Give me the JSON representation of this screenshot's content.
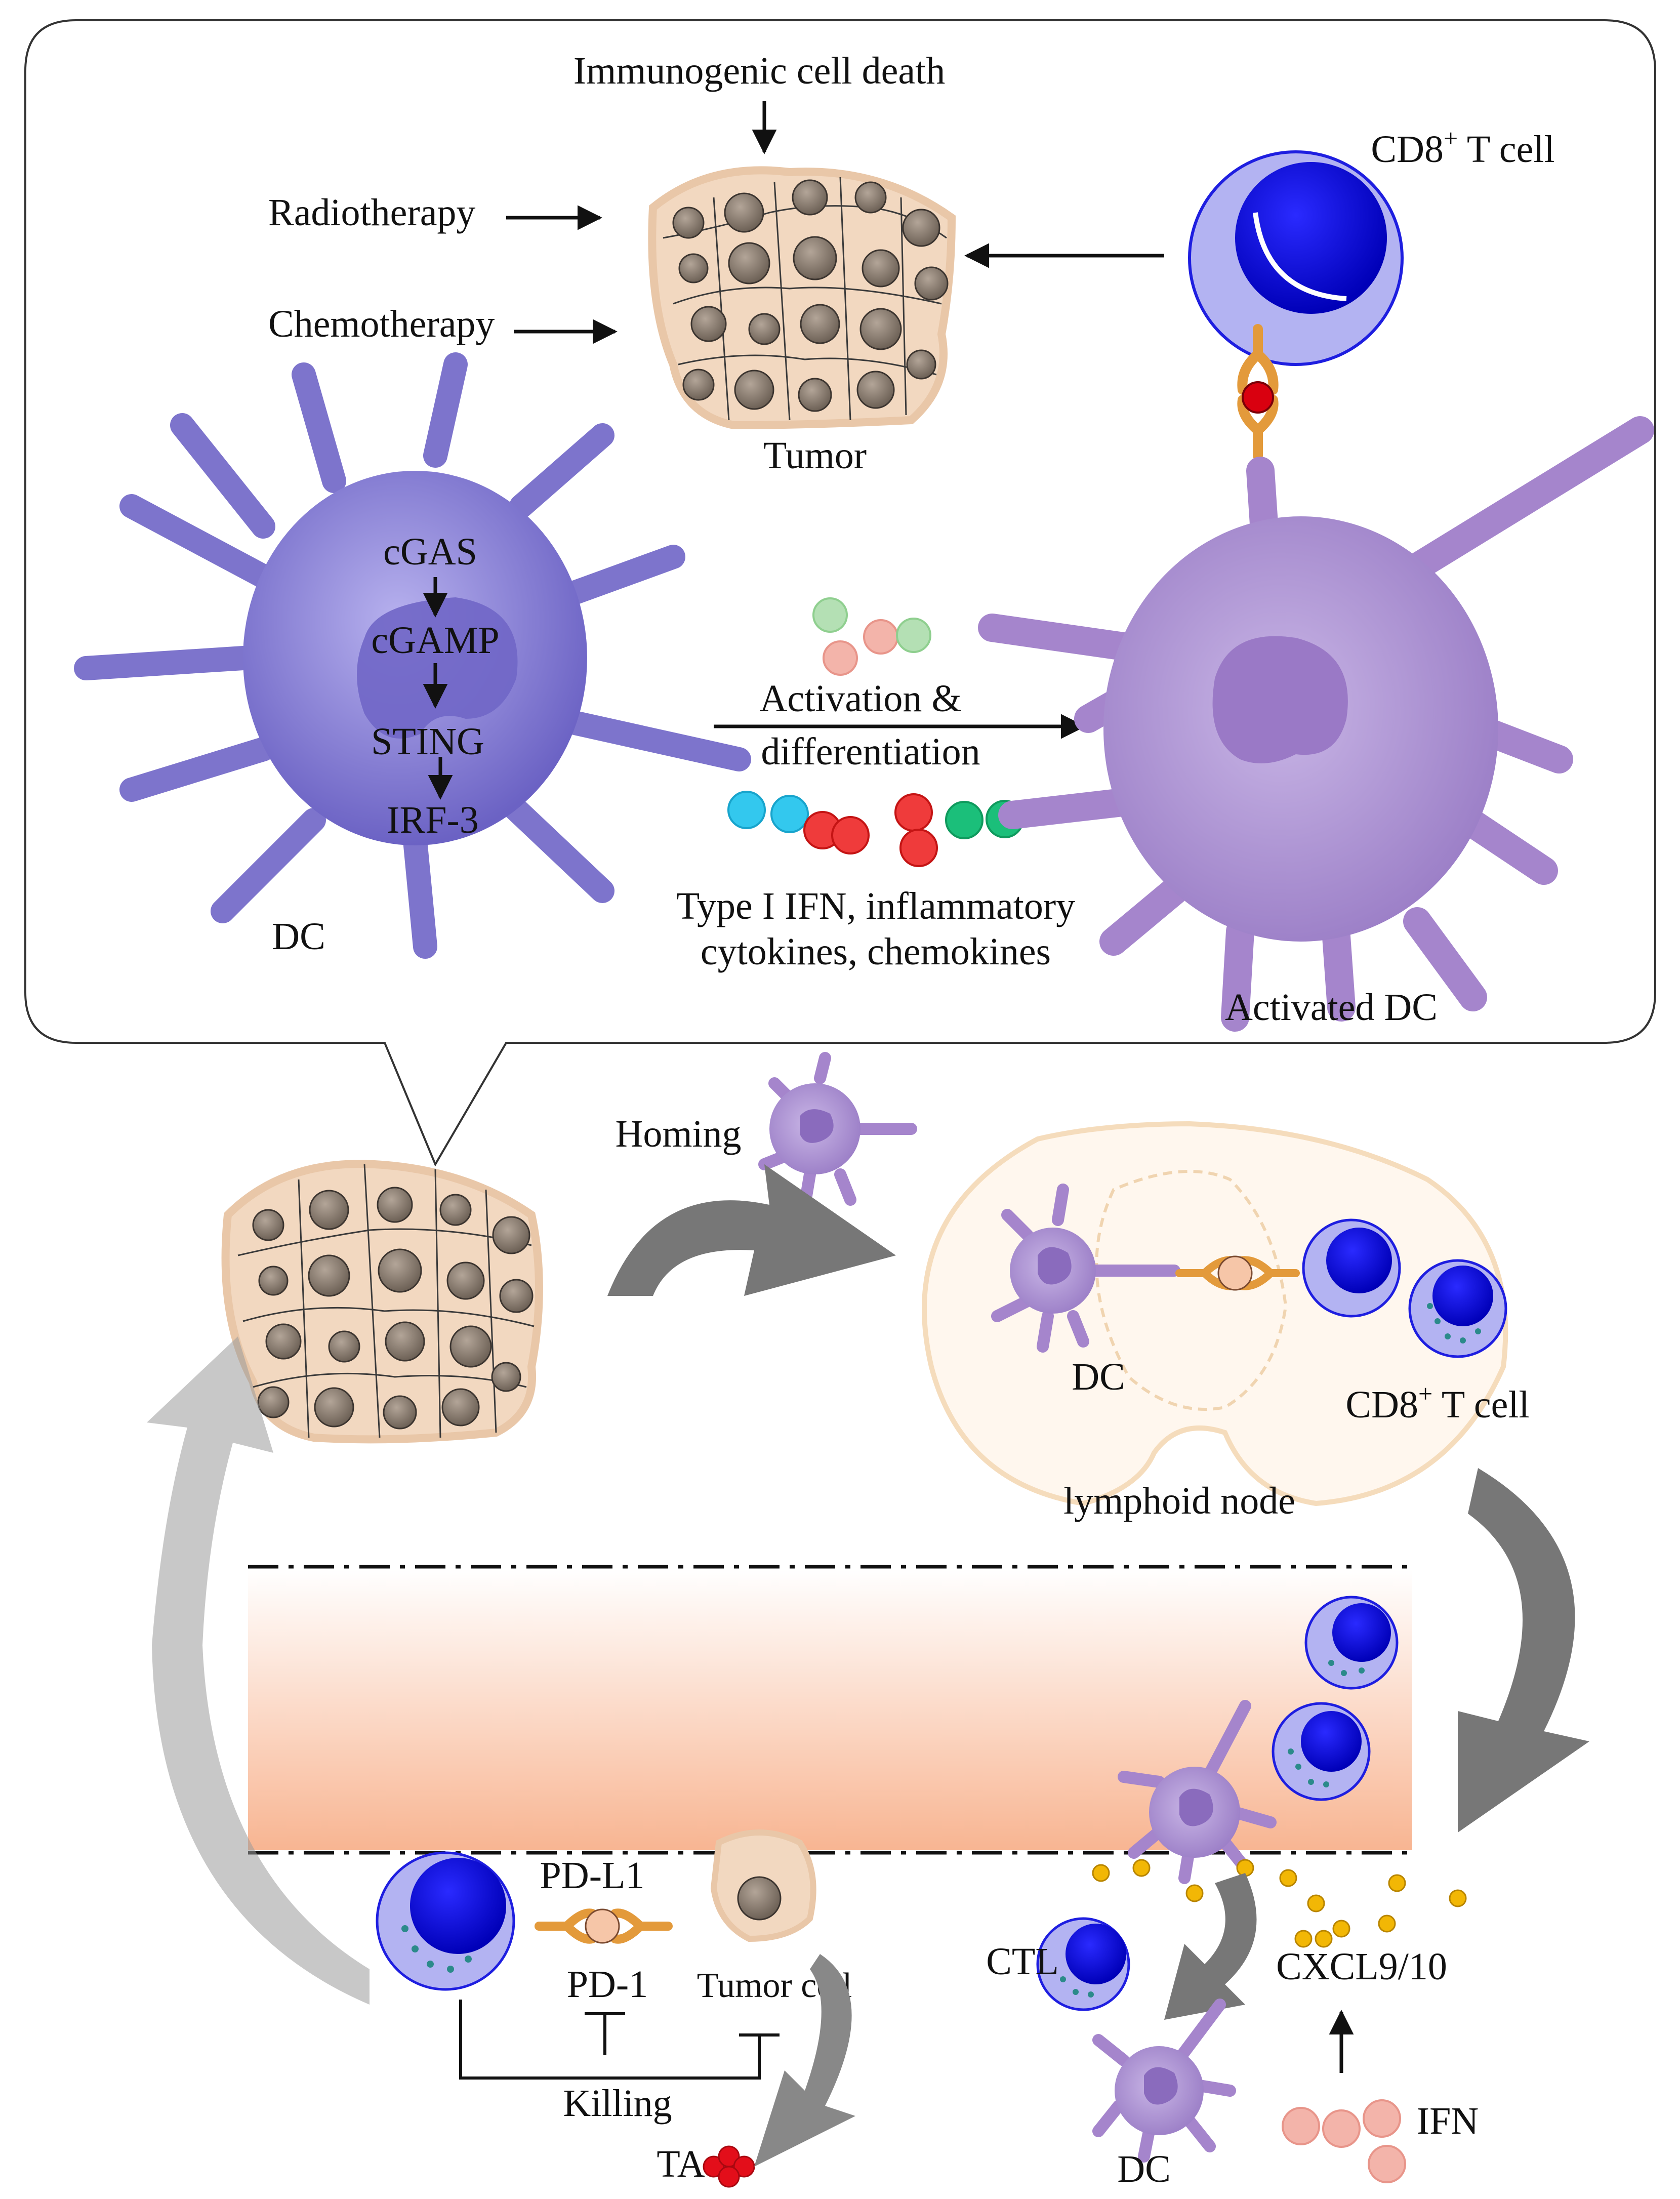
{
  "labels": {
    "immunogenic_cell_death": "Immunogenic cell death",
    "radiotherapy": "Radiotherapy",
    "chemotherapy": "Chemotherapy",
    "tumor": "Tumor",
    "cd8_t_cell_top_prefix": "CD8",
    "cd8_t_cell_top_suffix": " T cell",
    "cd8_superscript": "+",
    "cgas": "cGAS",
    "cgamp": "cGAMP",
    "sting": "STING",
    "irf3": "IRF-3",
    "dc_top": "DC",
    "activation_line1": "Activation &",
    "activation_line2": "differentiation",
    "cytokines_line1": "Type I IFN, inflammatory",
    "cytokines_line2": "cytokines, chemokines",
    "activated_dc": "Activated DC",
    "homing": "Homing",
    "dc_node": "DC",
    "cd8_t_cell_node_prefix": "CD8",
    "cd8_t_cell_node_suffix": " T cell",
    "lymphoid_node": "lymphoid node",
    "pd_l1": "PD-L1",
    "pd_1": "PD-1",
    "tumor_cell": "Tumor cell",
    "killing": "Killing",
    "ta": "TA",
    "ctl": "CTL",
    "cxcl": "CXCL9/10",
    "ifn": "IFN",
    "dc_bottom": "DC"
  },
  "colors": {
    "dc_body": "#8f87d6",
    "dc_dark": "#5f56b5",
    "activated_dc": "#a98fd0",
    "t_cell_ring": "#a9a9ee",
    "t_cell_nucleus": "#0a0ad8",
    "tumor_bg": "#f2d6bb",
    "tumor_nucleus": "#8a7c70",
    "receptor": "#e39a3b",
    "vessel_top": "#ffffff",
    "vessel_bottom": "#f8b895",
    "grey_arrow": "#7a7a7a",
    "chemokine_dot": "#f2b705"
  }
}
